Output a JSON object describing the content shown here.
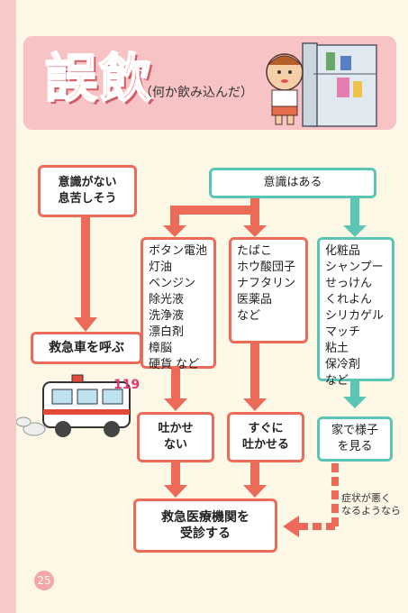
{
  "title": "誤飲",
  "subtitle": "（何か飲み込んだ）",
  "unconscious": {
    "label": "意識がない\n息苦しそう"
  },
  "conscious": {
    "label": "意識はある"
  },
  "call_ambulance": {
    "label": "救急車を呼ぶ"
  },
  "ambulance_number": "119",
  "group_no_vomit": {
    "items": [
      "ボタン電池",
      "灯油",
      "ベンジン",
      "除光液",
      "洗浄液",
      "漂白剤",
      "樟脳",
      "硬貨 など"
    ],
    "action": "吐かせ\nない"
  },
  "group_vomit": {
    "items": [
      "たばこ",
      "ホウ酸団子",
      "ナフタリン",
      "医薬品",
      "など"
    ],
    "action": "すぐに\n吐かせる"
  },
  "group_watch": {
    "items": [
      "化粧品",
      "シャンプー",
      "せっけん",
      "くれよん",
      "シリカゲル",
      "マッチ",
      "粘土",
      "保冷剤",
      "など"
    ],
    "action": "家で様子\nを見る"
  },
  "hospital": {
    "label": "救急医療機関を\n受診する"
  },
  "symptom_note": "症状が悪く\nなるようなら",
  "page_number": "25",
  "colors": {
    "red": "#ec6b58",
    "teal": "#5cc6b6",
    "pink": "#f8c3c4",
    "background": "#fdf7e6"
  }
}
